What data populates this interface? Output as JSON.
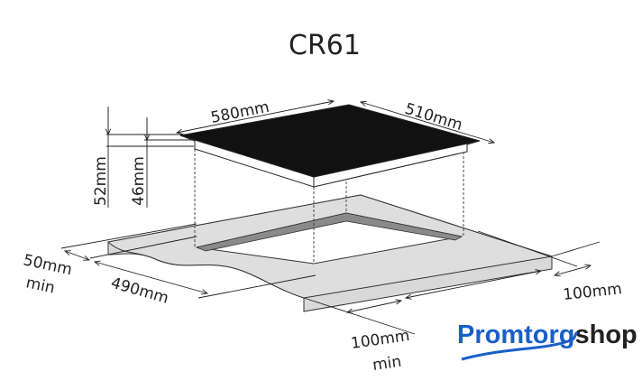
{
  "title": "CR61",
  "dimensions": {
    "width": "580mm",
    "depth": "510mm",
    "height_total": "52mm",
    "height_built_in": "46mm",
    "min_back": "50mm",
    "min_back_suffix": "min",
    "cutout_depth": "490mm",
    "side_margin": "100mm",
    "front_margin": "100mm",
    "front_margin_suffix": "min"
  },
  "logo": {
    "part1": "Promtorg",
    "part2": "shop",
    "color1": "#1a5fc8",
    "color2": "#222222"
  },
  "colors": {
    "glass": "#111111",
    "countertop": "#d9d9d9",
    "cutout_wall": "#8a8a8a"
  }
}
